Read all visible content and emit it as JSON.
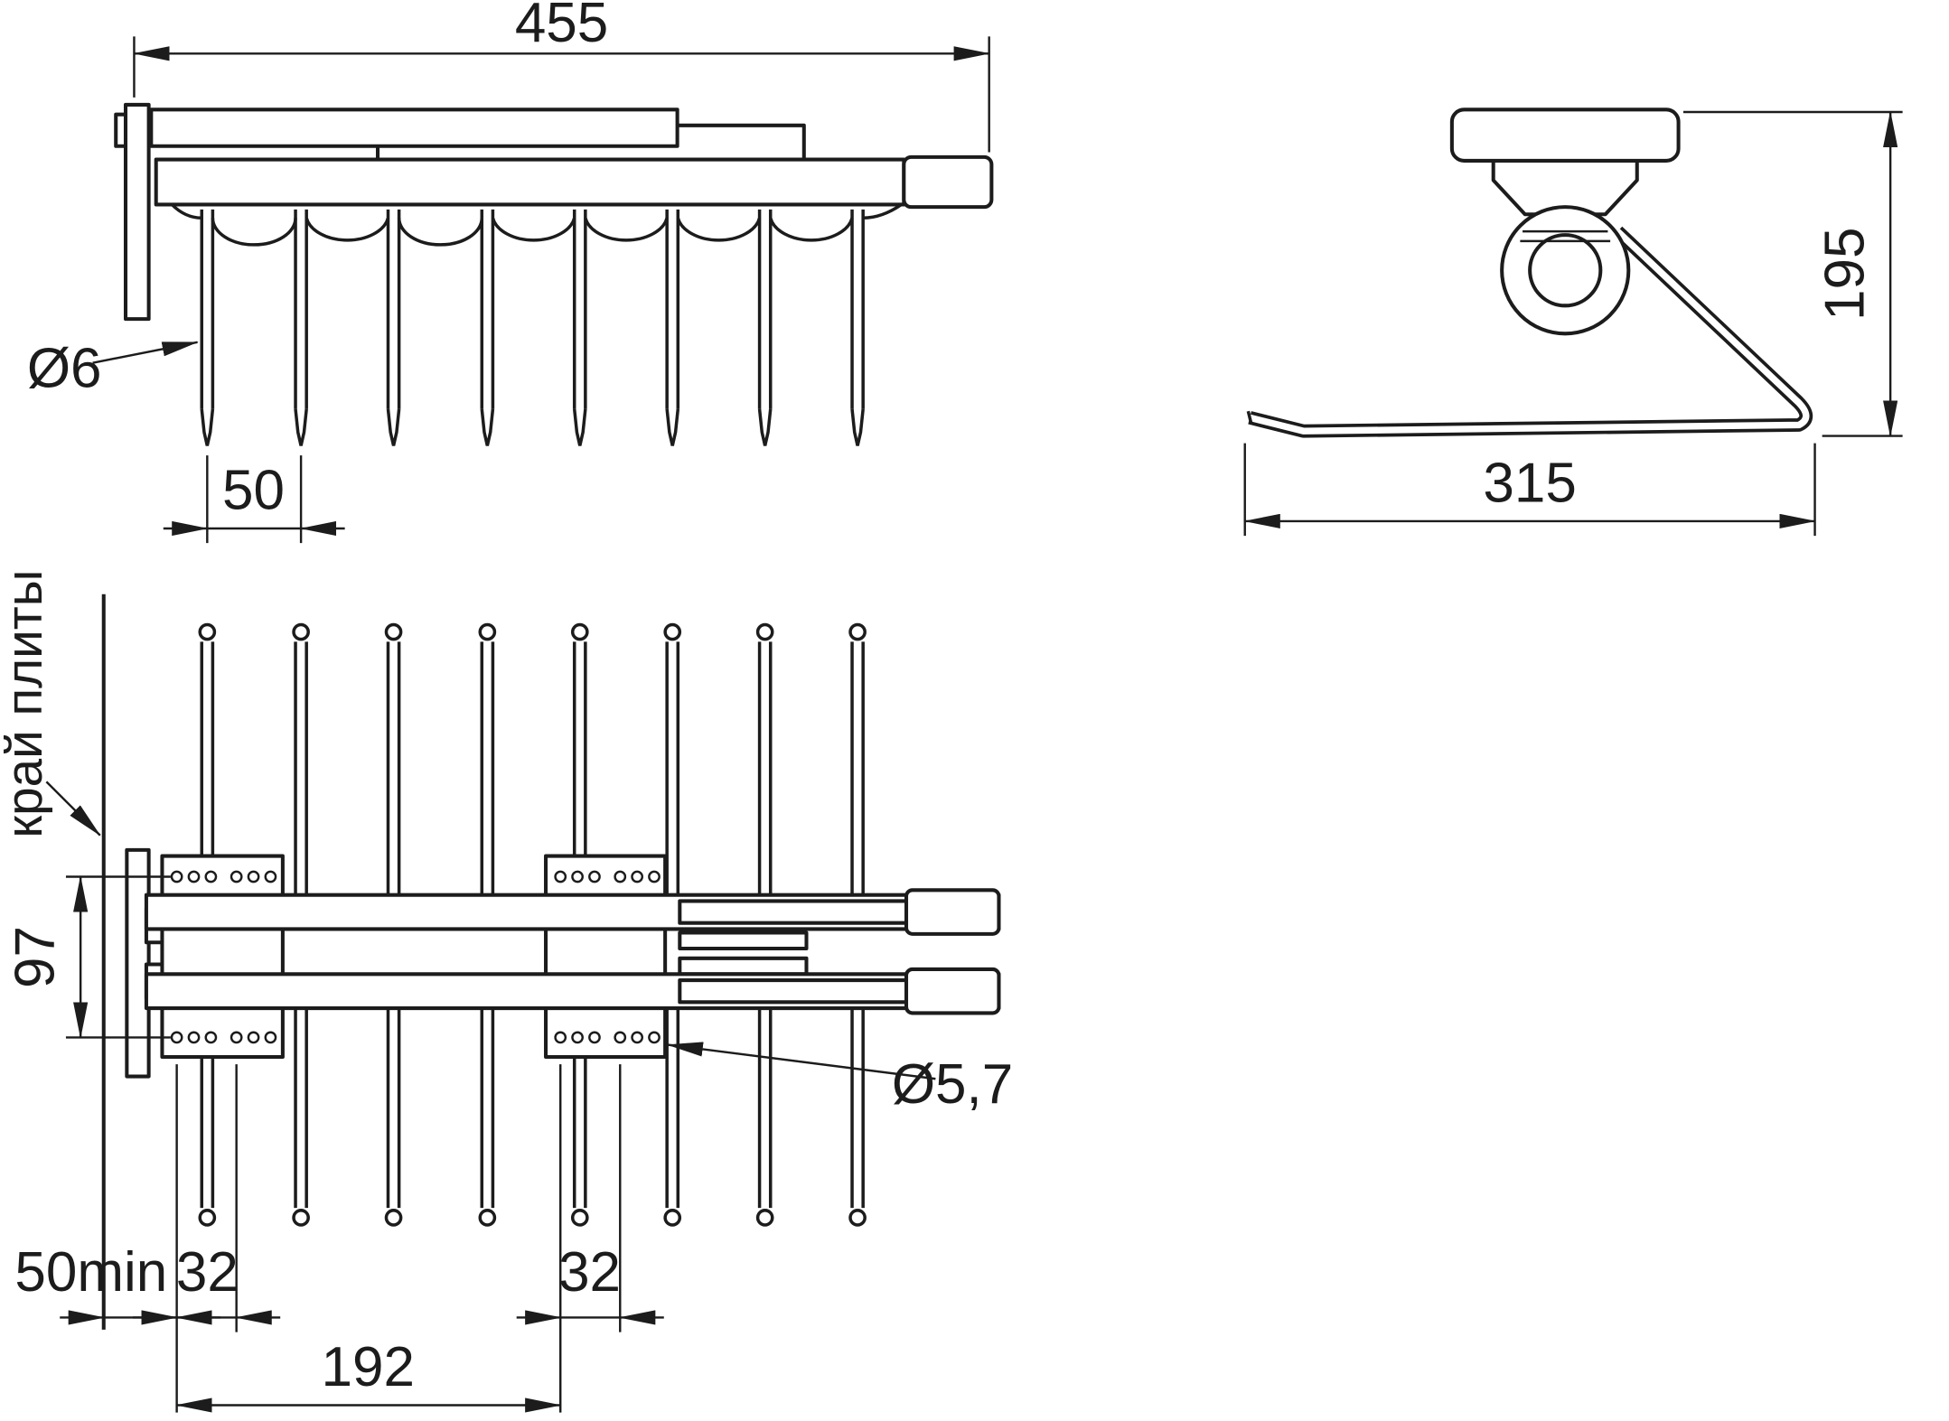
{
  "colors": {
    "background": "#ffffff",
    "ink": "#1c1c1c"
  },
  "side_view": {
    "dim_overall_length": "455",
    "dim_rod_diameter": "Ø6",
    "dim_hook_pitch": "50"
  },
  "end_view": {
    "dim_height": "195",
    "dim_depth": "315"
  },
  "plan_view": {
    "label_panel_edge": "край плиты",
    "dim_fastening_row_spacing": "97",
    "dim_hole_diameter": "Ø5,7",
    "dim_min_edge_offset": "50min",
    "dim_hole_pitch_left": "32",
    "dim_hole_pitch_right": "32",
    "dim_bracket_spacing": "192"
  }
}
